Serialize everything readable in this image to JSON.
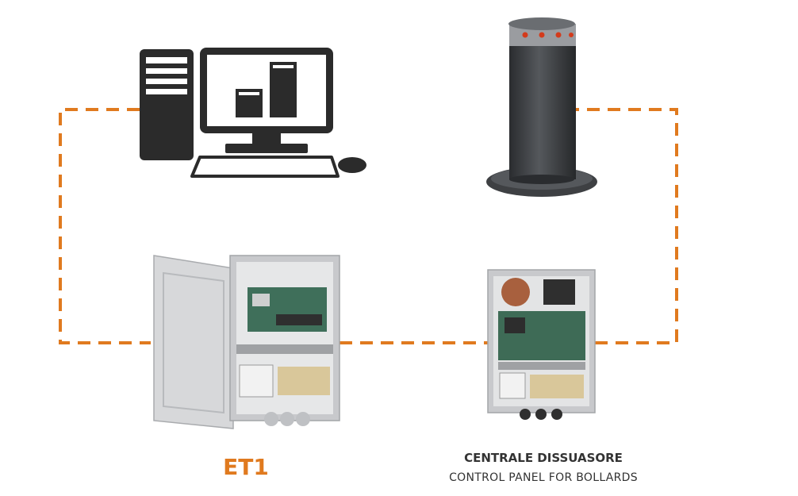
{
  "labels": {
    "et1": "ET1",
    "control_panel_it": "CENTRALE DISSUASORE",
    "control_panel_en": "CONTROL PANEL FOR BOLLARDS"
  },
  "colors": {
    "accent_orange": "#e07a1f",
    "icon_dark": "#2b2b2b",
    "enclosure_grey": "#cfd0d2",
    "bollard_dark": "#3b3d40",
    "bollard_light": "#d33b1c"
  },
  "icons": {
    "computer": "desktop-computer-icon",
    "bollard": "bollard-icon",
    "et1": "et1-controller-icon",
    "control_panel": "bollard-control-panel-icon"
  }
}
